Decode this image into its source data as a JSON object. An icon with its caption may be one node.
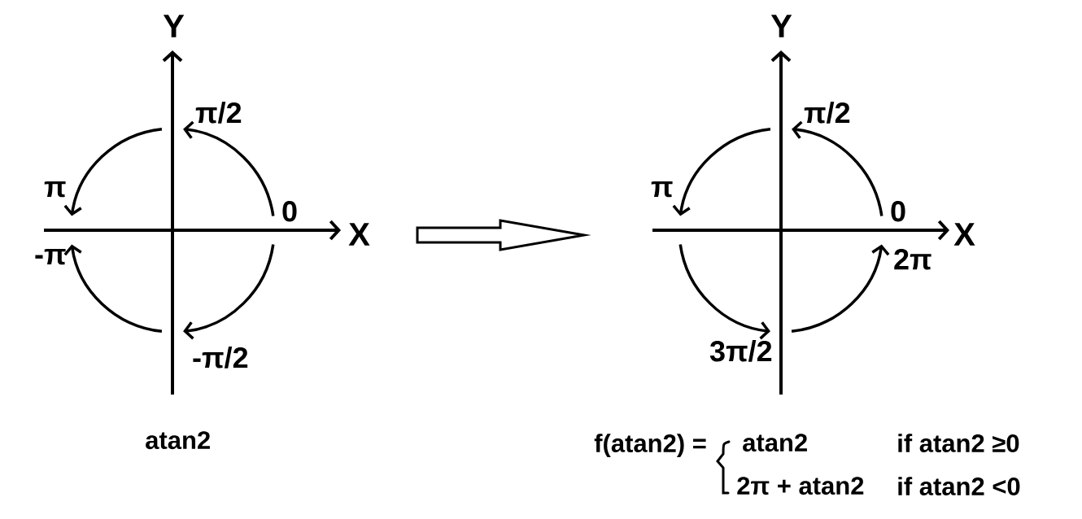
{
  "diagram": {
    "nodes": [
      {
        "text": [
          "0"
        ]
      },
      {
        "text": [
          "π/2"
        ]
      },
      {
        "text": [
          "π"
        ]
      },
      {
        "text": [
          "-π"
        ]
      },
      {
        "text": [
          "-π/2"
        ]
      },
      {
        "text": [
          "0"
        ]
      },
      {
        "text": [
          "π/2"
        ]
      },
      {
        "text": [
          "π"
        ]
      },
      {
        "text": [
          "3π/2"
        ]
      },
      {
        "text": [
          "2π"
        ]
      }
    ],
    "edges": [
      {
        "from": 0,
        "to": 1,
        "arrow": "to"
      },
      {
        "from": 1,
        "to": 2,
        "arrow": "to"
      },
      {
        "from": 0,
        "to": 4,
        "arrow": "to"
      },
      {
        "from": 4,
        "to": 3,
        "arrow": "to"
      },
      {
        "from": 5,
        "to": 6,
        "arrow": "to"
      },
      {
        "from": 6,
        "to": 7,
        "arrow": "to"
      },
      {
        "from": 7,
        "to": 8,
        "arrow": "to"
      },
      {
        "from": 8,
        "to": 9,
        "arrow": "to"
      }
    ],
    "labels": [
      "Y",
      "Y",
      "X",
      "X",
      "atan2",
      "f(atan2) =",
      "atan2",
      "if atan2 ≥0",
      "2π + atan2",
      "if atan2 <0"
    ]
  }
}
